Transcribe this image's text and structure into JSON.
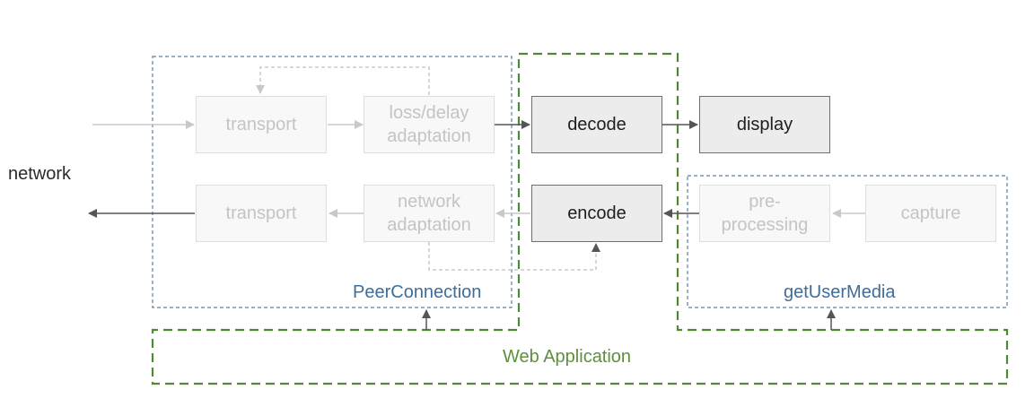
{
  "labels": {
    "network": "network",
    "peerconnection": "PeerConnection",
    "getusermedia": "getUserMedia",
    "webapp": "Web Application"
  },
  "boxes": {
    "transport_in": "transport",
    "loss_delay": [
      "loss/delay",
      "adaptation"
    ],
    "decode": "decode",
    "display": "display",
    "transport_out": "transport",
    "network_adaptation": [
      "network",
      "adaptation"
    ],
    "encode": "encode",
    "preprocessing": [
      "pre-",
      "processing"
    ],
    "capture": "capture"
  },
  "colors": {
    "blue_dashed": "#5b7fab",
    "green_dashed": "#4f8a2e",
    "faded_arrow": "#c8c8c8",
    "dark_arrow": "#555555"
  }
}
